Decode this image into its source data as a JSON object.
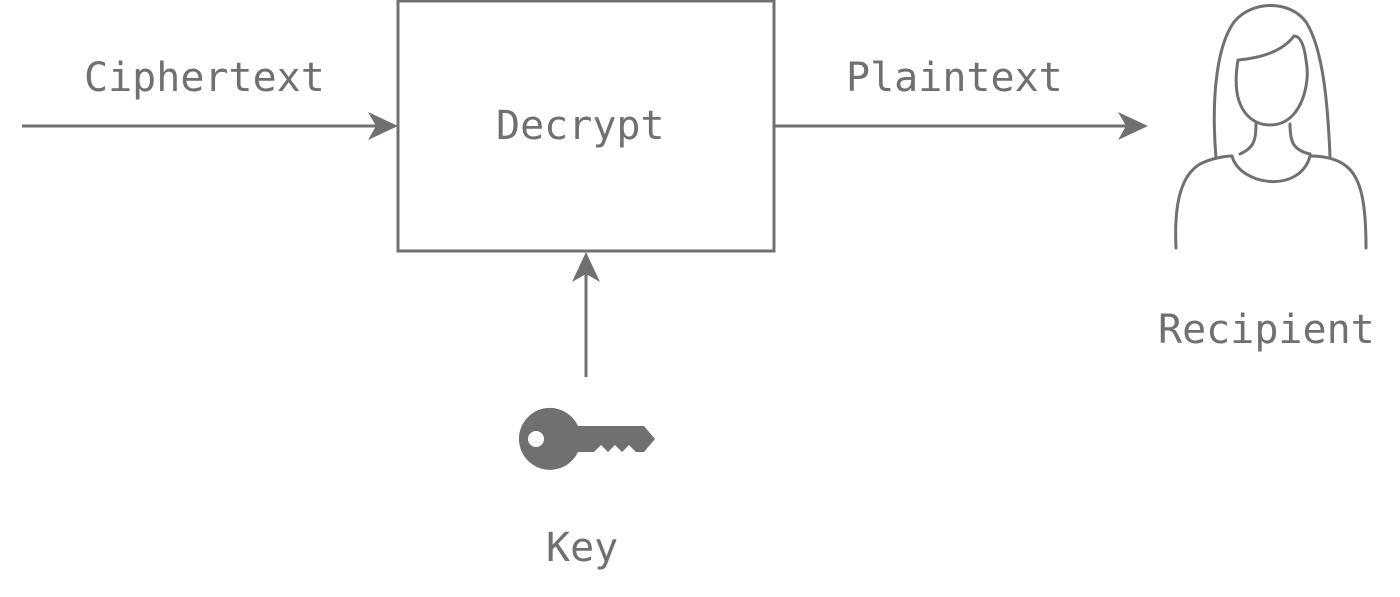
{
  "diagram": {
    "nodes": {
      "decrypt": {
        "label": "Decrypt"
      },
      "key": {
        "label": "Key",
        "icon": "key-icon"
      },
      "recipient": {
        "label": "Recipient",
        "icon": "person-icon"
      }
    },
    "edges": {
      "ciphertext": {
        "label": "Ciphertext",
        "from": "",
        "to": "decrypt"
      },
      "plaintext": {
        "label": "Plaintext",
        "from": "decrypt",
        "to": "recipient"
      },
      "key_input": {
        "label": "",
        "from": "key",
        "to": "decrypt"
      }
    },
    "colors": {
      "stroke": "#707070",
      "text": "#707070",
      "background": "#ffffff"
    }
  }
}
